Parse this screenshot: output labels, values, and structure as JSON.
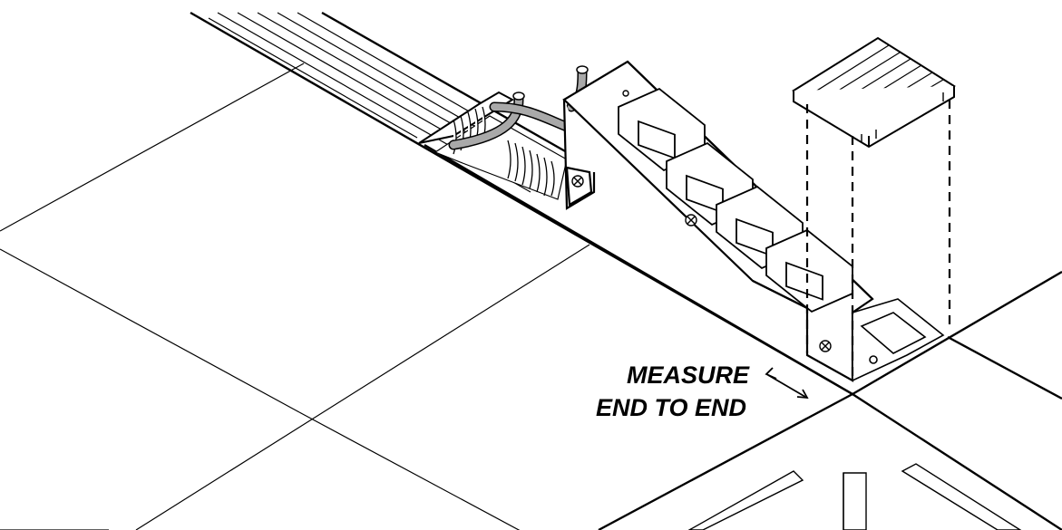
{
  "callout": {
    "line1": "MEASURE",
    "line2": "END TO END"
  },
  "colors": {
    "ink": "#000000",
    "cable": "#a9a9a9",
    "paper": "#ffffff"
  },
  "icons": [
    "double-arrow-icon",
    "screw-icon",
    "duplex-outlet-icon"
  ],
  "outlets": [
    {
      "name": "outlet-1"
    },
    {
      "name": "outlet-2"
    },
    {
      "name": "outlet-3"
    },
    {
      "name": "outlet-4"
    }
  ]
}
